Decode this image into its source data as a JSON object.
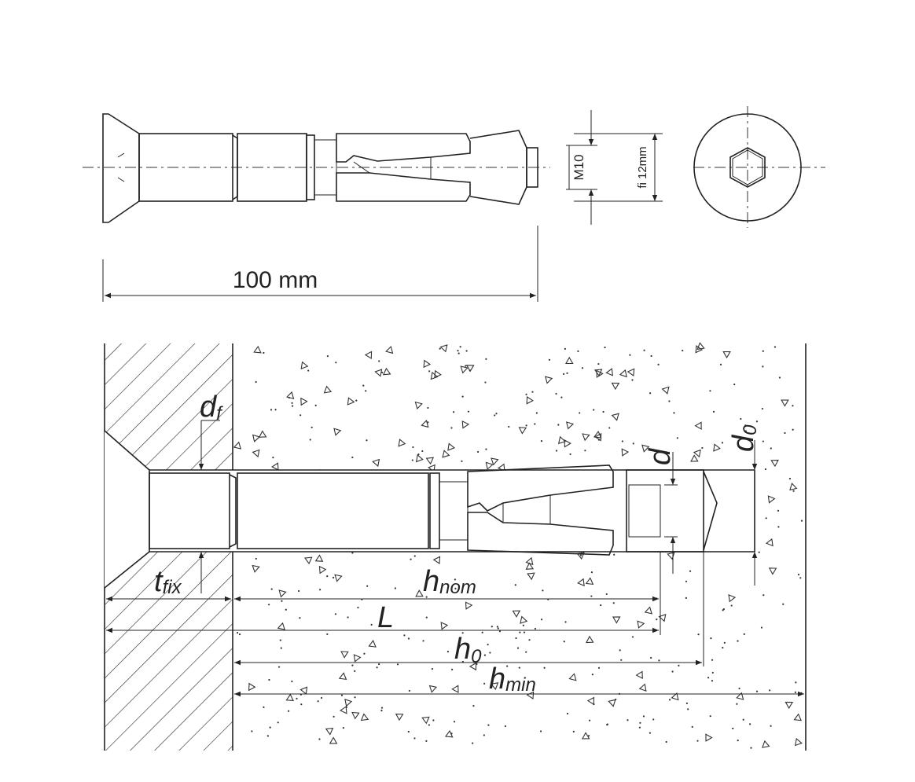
{
  "top_view": {
    "thread_label": "M10",
    "diameter_label": "fi 12mm",
    "length_label": "100 mm"
  },
  "section_view": {
    "df": {
      "main": "d",
      "sub": "f"
    },
    "d": {
      "main": "d",
      "sub": ""
    },
    "d0": {
      "main": "d",
      "sub": "0"
    },
    "tfix": {
      "main": "t",
      "sub": "fix"
    },
    "hnom": {
      "main": "h",
      "sub": "nom"
    },
    "L": {
      "main": "L",
      "sub": ""
    },
    "h0": {
      "main": "h",
      "sub": "0"
    },
    "hmin": {
      "main": "h",
      "sub": "min"
    }
  }
}
